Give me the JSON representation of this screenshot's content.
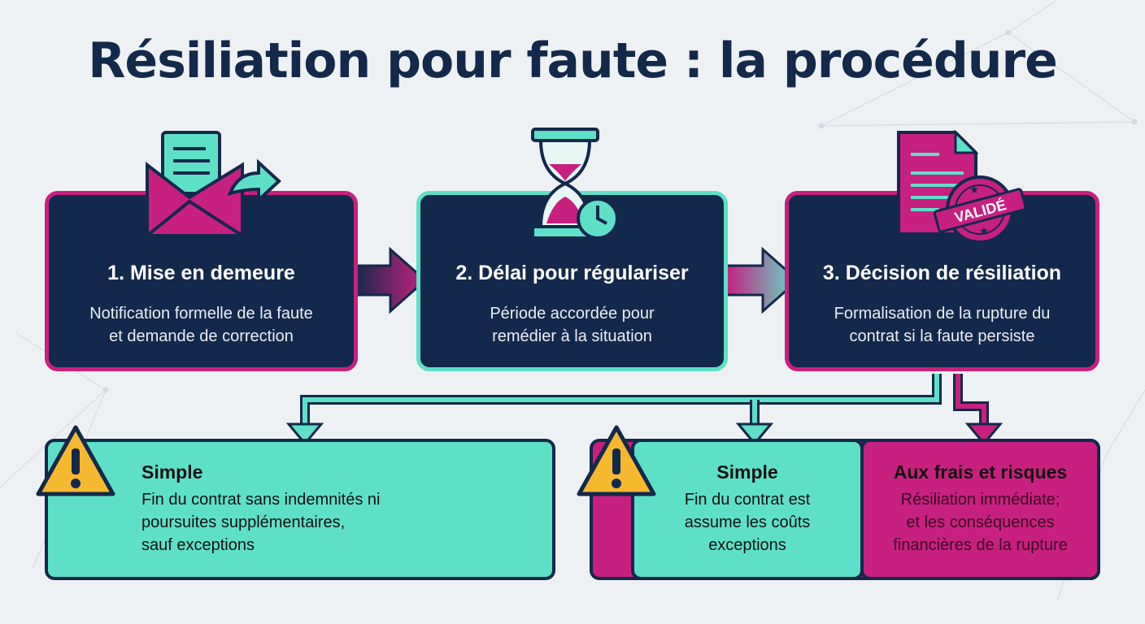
{
  "title": "Résiliation pour faute : la procédure",
  "steps": [
    {
      "title": "1. Mise en demeure",
      "line1": "Notification formelle de la faute",
      "line2": "et demande de correction"
    },
    {
      "title": "2. Délai pour régulariser",
      "line1": "Période accordée pour",
      "line2": "remédier à la situation"
    },
    {
      "title": "3. Décision de résiliation",
      "line1": "Formalisation de la rupture du",
      "line2": "contrat si la faute persiste"
    }
  ],
  "stamp": "VALIDÉ",
  "outcomes": {
    "left": {
      "title": "Simple",
      "line1": "Fin du contrat sans indemnités ni",
      "line2": "poursuites supplémentaires,",
      "line3": "sauf exceptions"
    },
    "middle": {
      "title": "Simple",
      "line1": "Fin du contrat est",
      "line2": "assume les coûts",
      "line3": "exceptions"
    },
    "right": {
      "title": "Aux frais et risques",
      "line1": "Résiliation immédiate;",
      "line2": "et les conséquences",
      "line3": "financières de la rupture"
    }
  },
  "colors": {
    "navy": "#13294b",
    "magenta": "#c8207f",
    "teal": "#5ee0c8",
    "warning": "#f5b82e"
  }
}
